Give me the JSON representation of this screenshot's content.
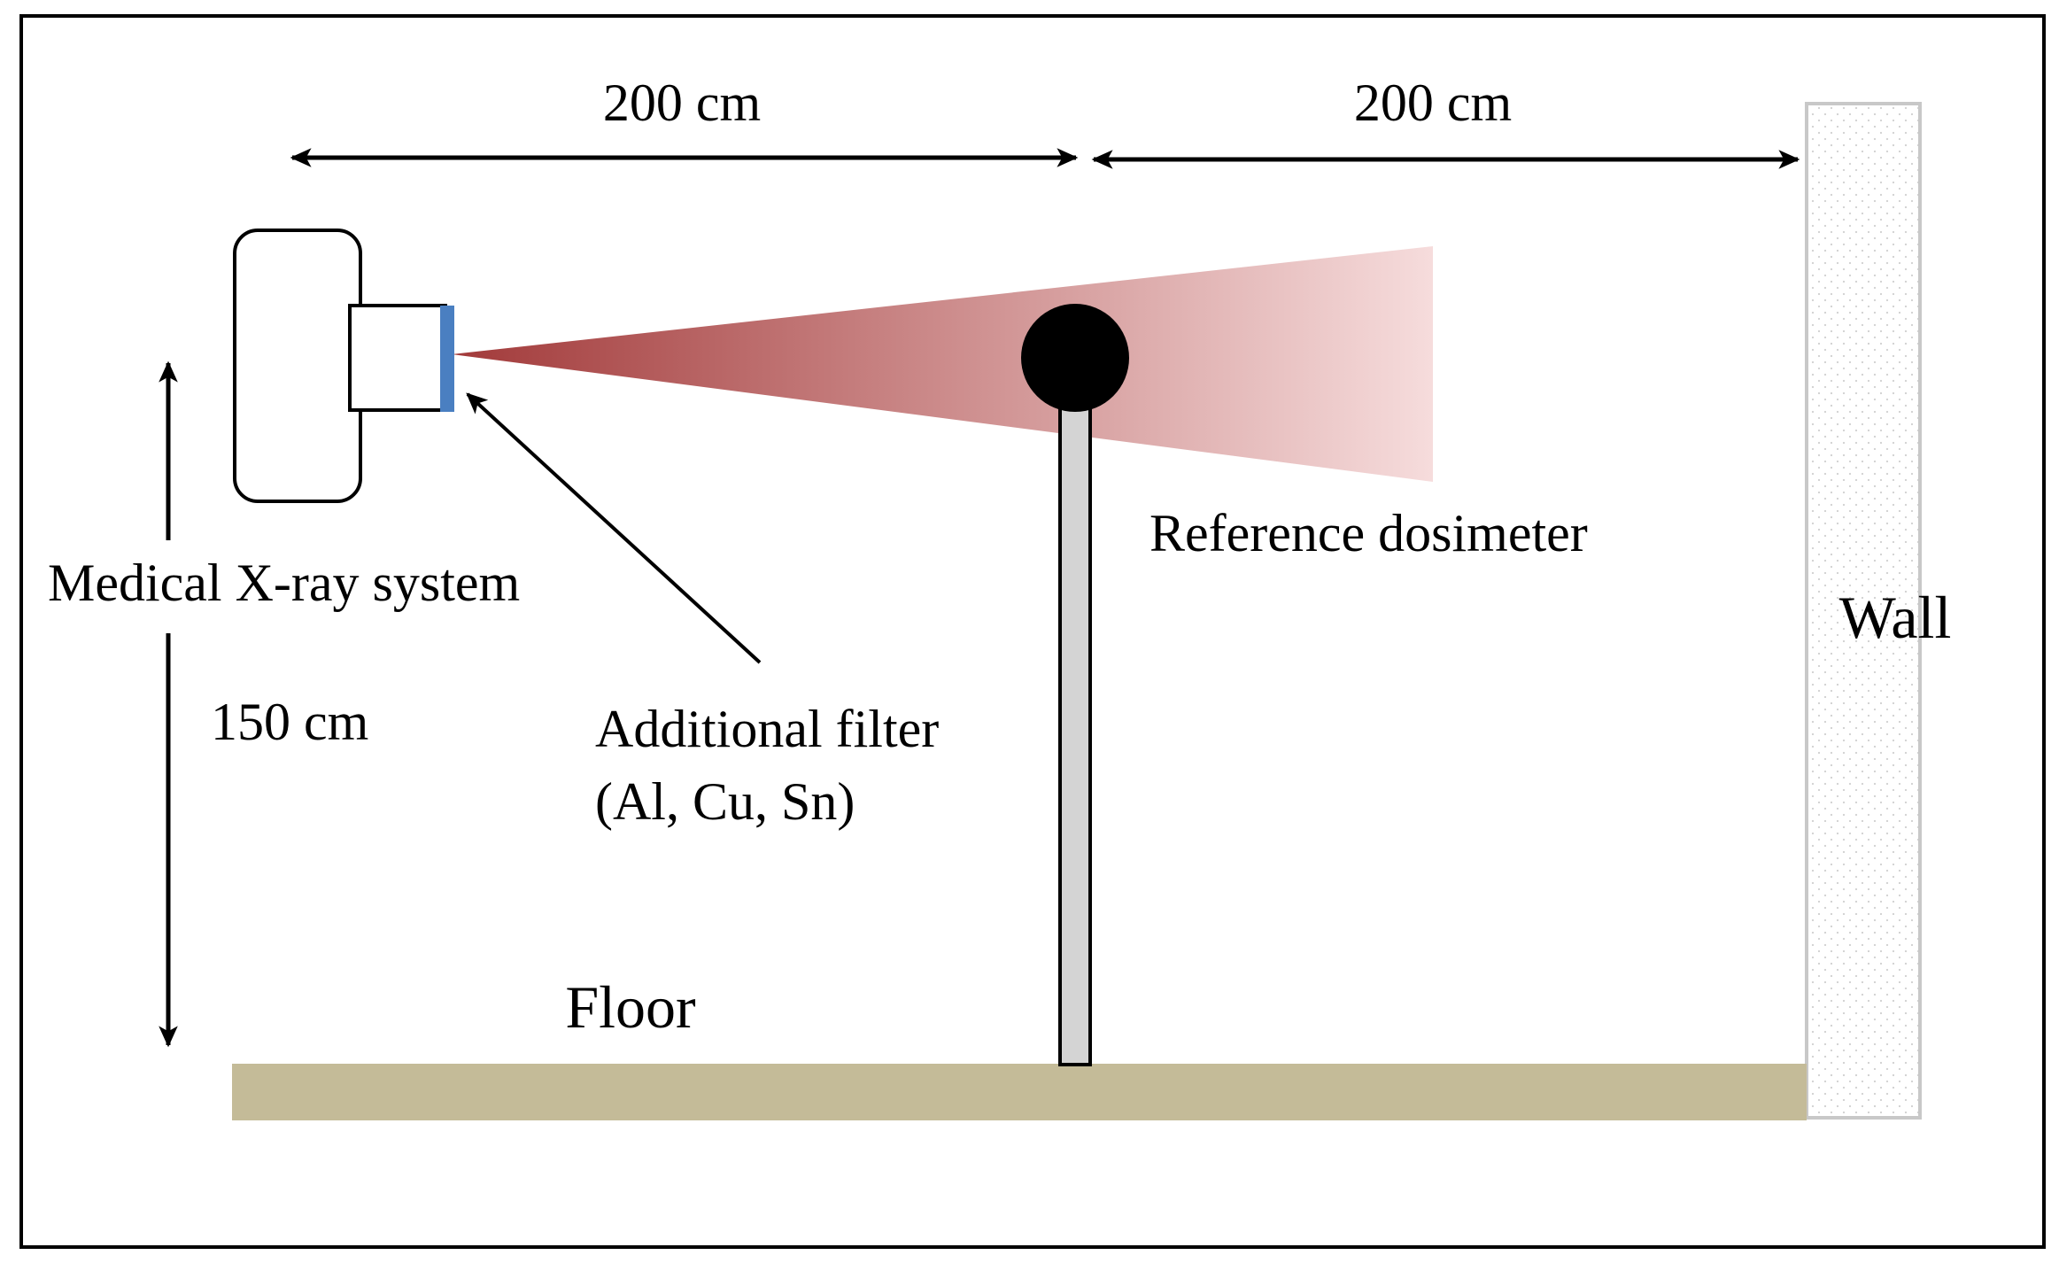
{
  "labels": {
    "distance_left": "200 cm",
    "distance_right": "200 cm",
    "height": "150 cm",
    "xray_system": "Medical X-ray system",
    "filter_line1": "Additional filter",
    "filter_line2": "(Al, Cu, Sn)",
    "dosimeter": "Reference dosimeter",
    "wall": "Wall",
    "floor": "Floor"
  },
  "colors": {
    "frame": "#000000",
    "beam_start": "#a23a3a",
    "beam_end": "#f6dcdc",
    "filter": "#4a7fc1",
    "floor": "#c4bb98",
    "stand": "#d4d4d4",
    "wall_border": "#c8c8c8"
  }
}
